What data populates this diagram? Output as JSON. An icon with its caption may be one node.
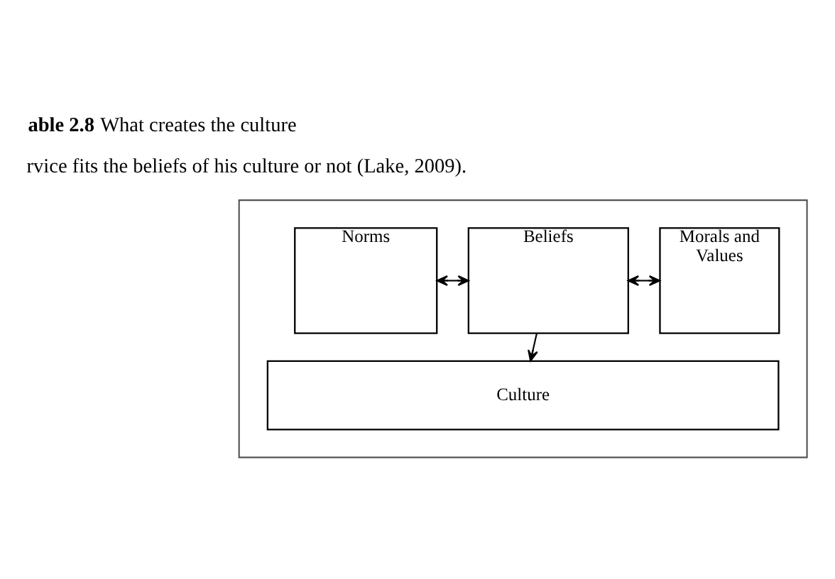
{
  "diagram": {
    "title": "**able 2.8** What creates the culture",
    "nodes": [
      {
        "text": [],
        "shape": "box"
      },
      {
        "text": [
          "Norms"
        ],
        "in": 0
      },
      {
        "text": [
          "Beliefs"
        ],
        "in": 0
      },
      {
        "text": [
          "Morals and Values"
        ],
        "in": 0
      },
      {
        "text": [
          "Culture"
        ],
        "in": 0
      }
    ],
    "edges": [
      {
        "from": 1,
        "to": 2,
        "arrow": "both"
      },
      {
        "from": 2,
        "to": 3,
        "arrow": "both"
      },
      {
        "from": 2,
        "to": 4,
        "arrow": "to"
      }
    ],
    "labels": [
      "rvice fits the beliefs of his culture or not (Lake, 2009)."
    ]
  }
}
